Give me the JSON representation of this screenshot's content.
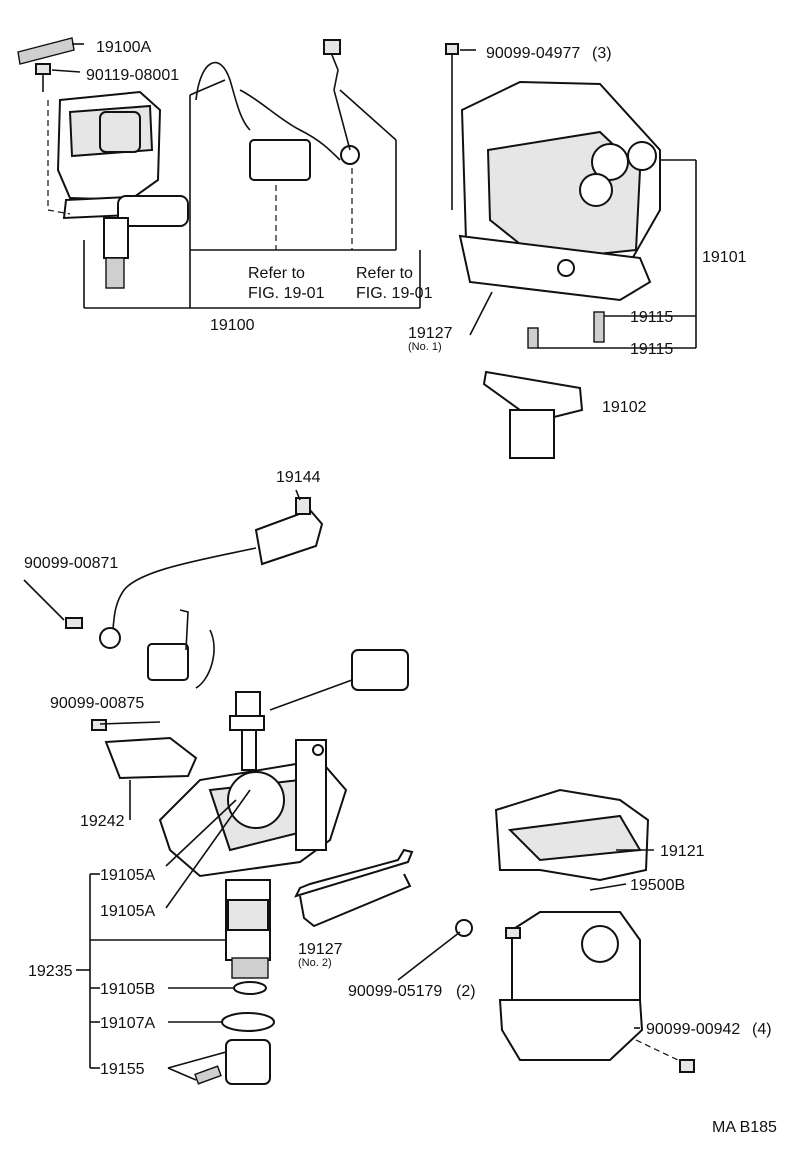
{
  "labels": {
    "l19100A": "19100A",
    "l90119": "90119-08001",
    "l90099_04977": "90099-04977",
    "q3": "(3)",
    "refer1a": "Refer to",
    "refer1b": "FIG. 19-01",
    "refer2a": "Refer to",
    "refer2b": "FIG. 19-01",
    "l19100": "19100",
    "l19101": "19101",
    "l19127a": "19127",
    "no1": "(No. 1)",
    "l19115a": "19115",
    "l19115b": "19115",
    "l19102": "19102",
    "l19144": "19144",
    "l90099_00871": "90099-00871",
    "l90099_00875": "90099-00875",
    "l19242": "19242",
    "l19105A_1": "19105A",
    "l19105A_2": "19105A",
    "l19235": "19235",
    "l19105B": "19105B",
    "l19107A": "19107A",
    "l19155": "19155",
    "l19127b": "19127",
    "no2": "(No. 2)",
    "l90099_05179": "90099-05179",
    "q2": "(2)",
    "l19121": "19121",
    "l19500B": "19500B",
    "l90099_00942": "90099-00942",
    "q4": "(4)",
    "code": "MA B185"
  }
}
